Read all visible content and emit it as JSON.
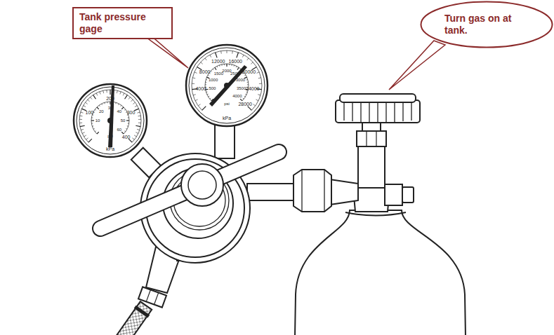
{
  "diagram": {
    "nodes": [
      {
        "text": [
          "Tank pressure gage"
        ]
      },
      {
        "text": [
          "Turn gas on at tank."
        ]
      }
    ],
    "labels": [
      "100",
      "200",
      "300",
      "400",
      "10",
      "20",
      "30",
      "40",
      "50",
      "60",
      "psi",
      "kPa",
      "4000",
      "8000",
      "12000",
      "16000",
      "20000",
      "24000",
      "28000",
      "500",
      "1000",
      "1500",
      "2000",
      "2500",
      "3000",
      "3500",
      "4000",
      "psi",
      "kPa"
    ]
  }
}
